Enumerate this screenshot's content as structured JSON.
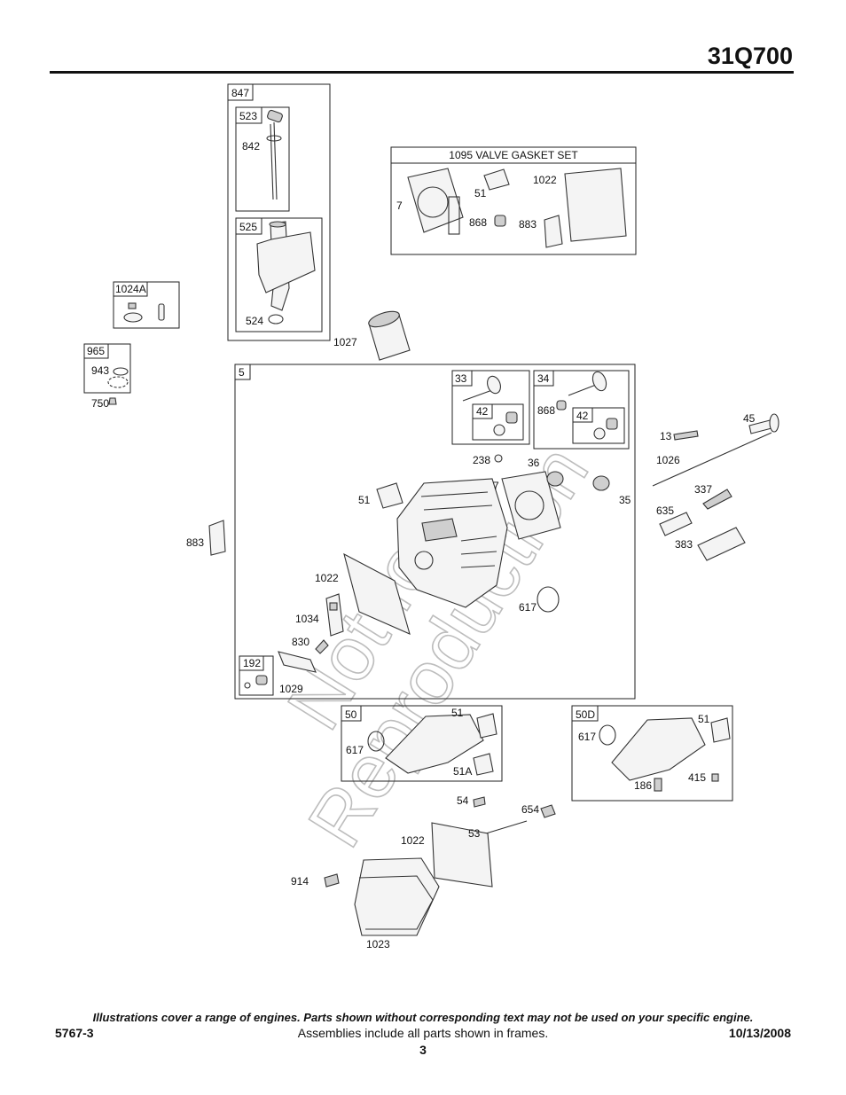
{
  "header": {
    "model": "31Q700"
  },
  "frames": {
    "f847": "847",
    "f523": "523",
    "f525": "525",
    "f1024a": "1024A",
    "f965": "965",
    "f1095": "1095 VALVE GASKET SET",
    "f5": "5",
    "f33": "33",
    "f34": "34",
    "f42a": "42",
    "f42b": "42",
    "f192": "192",
    "f50": "50",
    "f50d": "50D"
  },
  "labels": {
    "p842": "842",
    "p524": "524",
    "p1027": "1027",
    "p943": "943",
    "p750": "750",
    "p7a": "7",
    "p51a": "51",
    "p1022a": "1022",
    "p868a": "868",
    "p883a": "883",
    "p868b": "868",
    "p238": "238",
    "p36": "36",
    "p7b": "7",
    "p35": "35",
    "p51b": "51",
    "p45": "45",
    "p13": "13",
    "p1026": "1026",
    "p337": "337",
    "p635": "635",
    "p383": "383",
    "p883b": "883",
    "p1022b": "1022",
    "p1034": "1034",
    "p830": "830",
    "p1029": "1029",
    "p617a": "617",
    "p51c": "51",
    "p617b": "617",
    "p51A": "51A",
    "p51d": "51",
    "p617c": "617",
    "p415": "415",
    "p186": "186",
    "p54": "54",
    "p654": "654",
    "p1022c": "1022",
    "p53": "53",
    "p914": "914",
    "p1023": "1023"
  },
  "watermark": {
    "line1": "Not for",
    "line2": "Reproduction"
  },
  "footer": {
    "note": "Illustrations cover a range of engines. Parts shown without corresponding text may not be used on your specific engine.",
    "doc_number": "5767-3",
    "assemblies": "Assemblies include all parts shown in frames.",
    "date": "10/13/2008",
    "page": "3"
  }
}
